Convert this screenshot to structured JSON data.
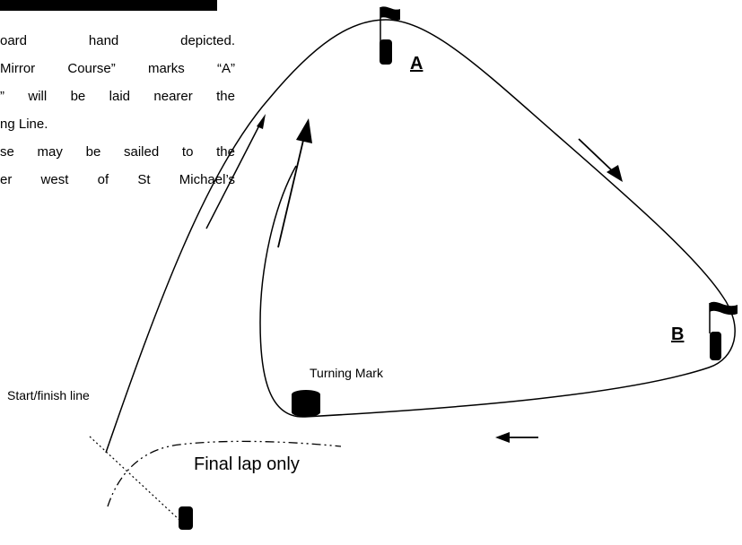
{
  "notes": {
    "lines": [
      "oard hand depicted.",
      "Mirror Course” marks “A”",
      "” will be laid nearer the",
      "ng Line.",
      "se may be sailed to the",
      "er west of St Michael’s"
    ]
  },
  "marks": {
    "a_label": "A",
    "b_label": "B",
    "turning_label": "Turning Mark",
    "start_finish_label": "Start/finish line",
    "final_lap_label": "Final lap only"
  },
  "icons": [
    "flag-icon",
    "buoy-icon",
    "arrow-icon"
  ]
}
